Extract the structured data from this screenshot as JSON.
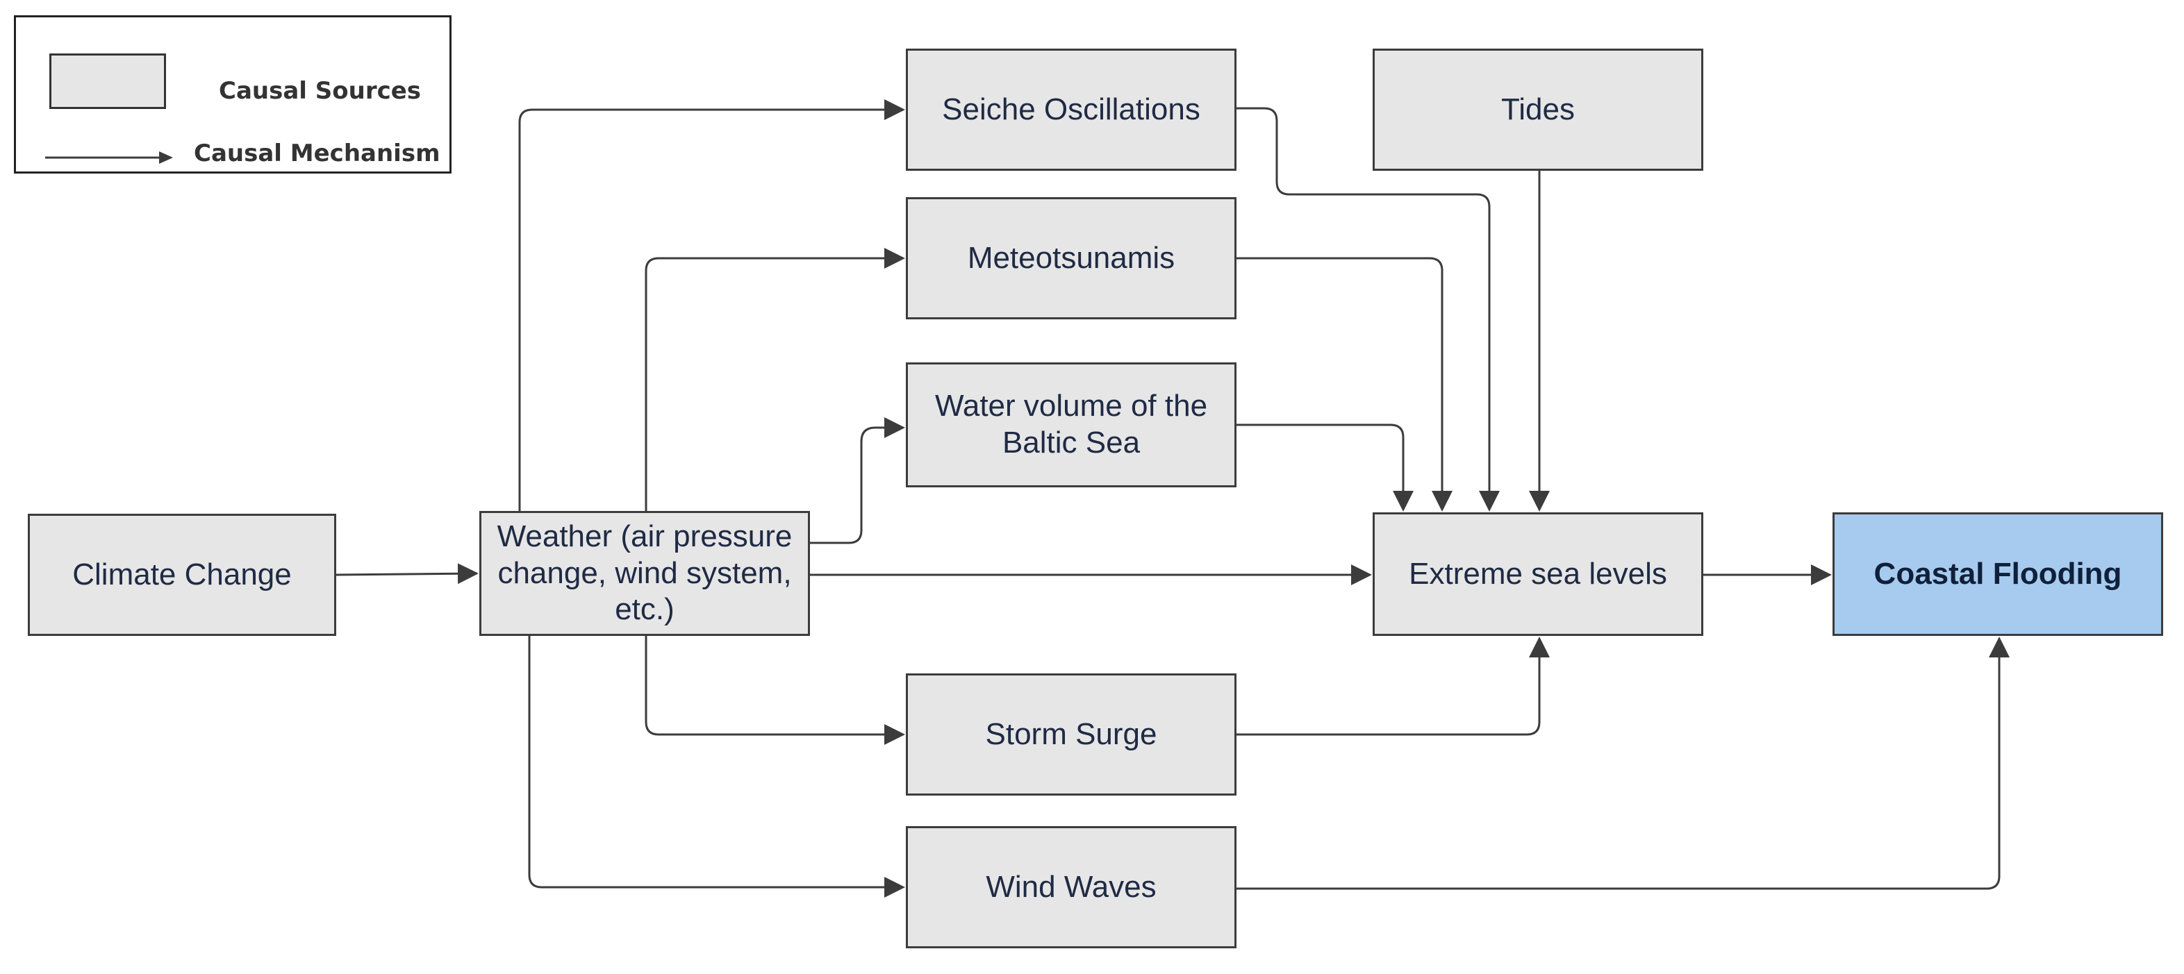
{
  "legend": {
    "sources_label": "Causal Sources",
    "mechanism_label": "Causal Mechanism"
  },
  "nodes": {
    "seiche": "Seiche Oscillations",
    "tides": "Tides",
    "meteotsunamis": "Meteotsunamis",
    "water_volume": "Water volume of the Baltic Sea",
    "climate_change": "Climate Change",
    "weather": "Weather (air pressure change, wind system, etc.)",
    "extreme_sea_levels": "Extreme sea levels",
    "coastal_flooding": "Coastal Flooding",
    "storm_surge": "Storm Surge",
    "wind_waves": "Wind Waves"
  },
  "edges": [
    {
      "from": "climate_change",
      "to": "weather"
    },
    {
      "from": "weather",
      "to": "seiche"
    },
    {
      "from": "weather",
      "to": "meteotsunamis"
    },
    {
      "from": "weather",
      "to": "water_volume"
    },
    {
      "from": "weather",
      "to": "extreme_sea_levels"
    },
    {
      "from": "weather",
      "to": "storm_surge"
    },
    {
      "from": "weather",
      "to": "wind_waves"
    },
    {
      "from": "seiche",
      "to": "extreme_sea_levels"
    },
    {
      "from": "meteotsunamis",
      "to": "extreme_sea_levels"
    },
    {
      "from": "water_volume",
      "to": "extreme_sea_levels"
    },
    {
      "from": "tides",
      "to": "extreme_sea_levels"
    },
    {
      "from": "storm_surge",
      "to": "extreme_sea_levels"
    },
    {
      "from": "extreme_sea_levels",
      "to": "coastal_flooding"
    },
    {
      "from": "wind_waves",
      "to": "coastal_flooding"
    }
  ],
  "colors": {
    "node_fill": "#e6e6e6",
    "target_fill": "#a7cbee",
    "arrow": "#3c3c3c"
  }
}
